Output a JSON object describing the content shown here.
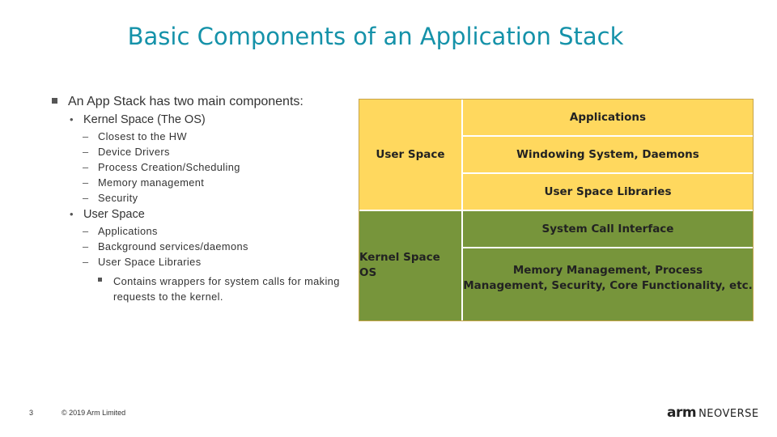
{
  "slide": {
    "title": "Basic Components of an Application Stack",
    "page_number": "3",
    "copyright": "© 2019 Arm Limited",
    "logo": {
      "arm": "arm",
      "neoverse": "NEOVERSE"
    }
  },
  "bullets": {
    "l1": "An App Stack has two main components:",
    "kernel": {
      "label": "Kernel Space (The OS)",
      "items": [
        "Closest to the HW",
        "Device Drivers",
        "Process Creation/Scheduling",
        "Memory management",
        "Security"
      ]
    },
    "user": {
      "label": "User Space",
      "items": [
        "Applications",
        "Background services/daemons",
        "User Space Libraries"
      ],
      "sub_line1": "Contains wrappers for system calls for making",
      "sub_line2": "requests to the kernel."
    }
  },
  "diagram": {
    "colors": {
      "user": "#ffd85e",
      "kernel": "#77953b"
    },
    "user_label": "User Space",
    "kernel_label_line1": "Kernel Space",
    "kernel_label_line2": "OS",
    "layers": {
      "applications": "Applications",
      "windowing": "Windowing System, Daemons",
      "user_libs": "User Space Libraries",
      "syscall": "System Call Interface",
      "core_line1": "Memory Management, Process",
      "core_line2": "Management, Security, Core Functionality, etc."
    }
  }
}
